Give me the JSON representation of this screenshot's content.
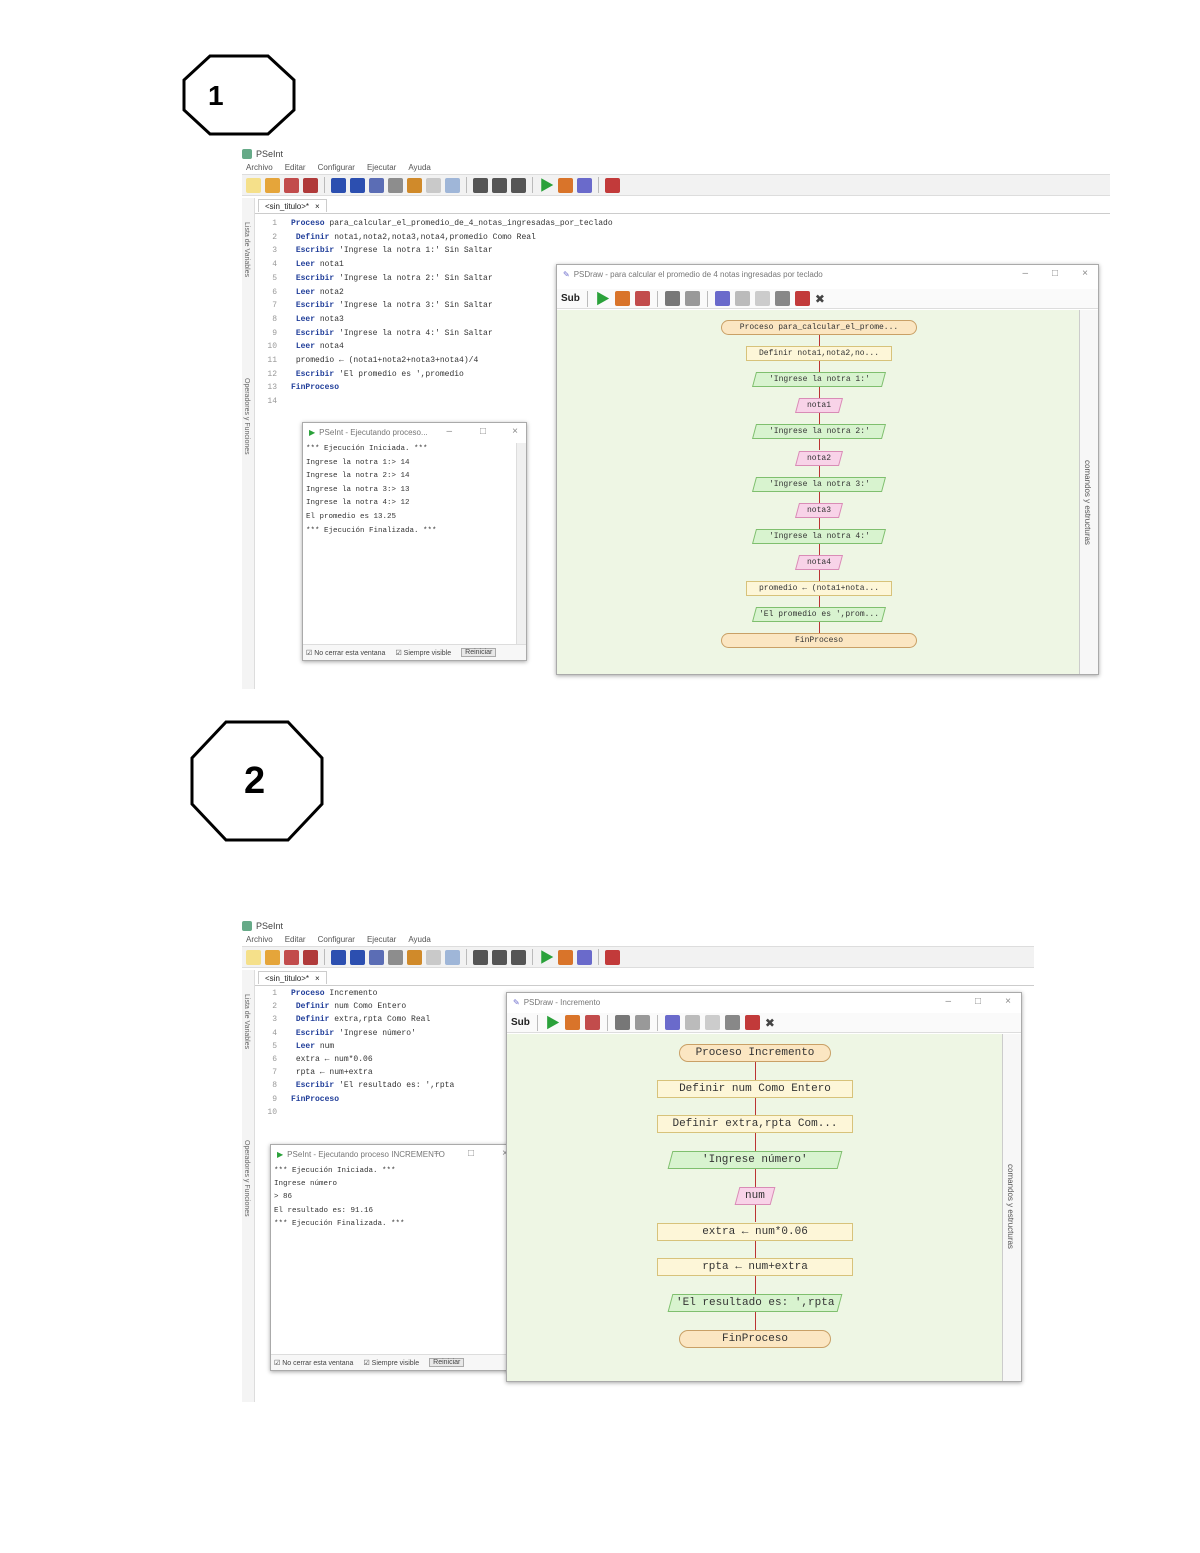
{
  "labels": [
    "1",
    "2"
  ],
  "shot1": {
    "app_title": "PSeInt",
    "menu": [
      "Archivo",
      "Editar",
      "Configurar",
      "Ejecutar",
      "Ayuda"
    ],
    "tab_label": "<sin_titulo>*",
    "side_labels": [
      "Lista de Variables",
      "Operadores y Funciones"
    ],
    "code_lines": [
      {
        "n": "1",
        "kw": "Proceso",
        "text": " para_calcular_el_promedio_de_4_notas_ingresadas_por_teclado"
      },
      {
        "n": "2",
        "kw": "Definir",
        "text": " nota1,nota2,nota3,nota4,promedio Como Real"
      },
      {
        "n": "3",
        "kw": "Escribir",
        "text": " 'Ingrese la notra 1:' Sin Saltar"
      },
      {
        "n": "4",
        "kw": "Leer",
        "text": " nota1"
      },
      {
        "n": "5",
        "kw": "Escribir",
        "text": " 'Ingrese la notra 2:' Sin Saltar"
      },
      {
        "n": "6",
        "kw": "Leer",
        "text": " nota2"
      },
      {
        "n": "7",
        "kw": "Escribir",
        "text": " 'Ingrese la notra 3:' Sin Saltar"
      },
      {
        "n": "8",
        "kw": "Leer",
        "text": " nota3"
      },
      {
        "n": "9",
        "kw": "Escribir",
        "text": " 'Ingrese la notra 4:' Sin Saltar"
      },
      {
        "n": "10",
        "kw": "Leer",
        "text": " nota4"
      },
      {
        "n": "11",
        "kw": "",
        "text": "promedio ← (nota1+nota2+nota3+nota4)/4"
      },
      {
        "n": "12",
        "kw": "Escribir",
        "text": " 'El promedio es ',promedio"
      },
      {
        "n": "13",
        "kw": "FinProceso",
        "text": ""
      },
      {
        "n": "14",
        "kw": "",
        "text": ""
      }
    ],
    "console": {
      "title": "PSeInt - Ejecutando proceso...",
      "lines": [
        "*** Ejecución Iniciada. ***",
        "Ingrese la notra 1:> 14",
        "Ingrese la notra 2:> 14",
        "Ingrese la notra 3:> 13",
        "Ingrese la notra 4:> 12",
        "El promedio es 13.25",
        "*** Ejecución Finalizada. ***"
      ],
      "footer": [
        "No cerrar esta ventana",
        "Siempre visible",
        "Reiniciar"
      ]
    },
    "flow": {
      "title": "PSDraw - para calcular el promedio de 4 notas ingresadas por teclado",
      "toolbar_label": "Sub",
      "side_label": "comandos y estructuras",
      "nodes": [
        {
          "type": "term",
          "text": "Proceso para_calcular_el_prome..."
        },
        {
          "type": "proc",
          "text": "Definir nota1,nota2,no..."
        },
        {
          "type": "out",
          "text": "'Ingrese la notra 1:'"
        },
        {
          "type": "in",
          "text": "nota1"
        },
        {
          "type": "out",
          "text": "'Ingrese la notra 2:'"
        },
        {
          "type": "in",
          "text": "nota2"
        },
        {
          "type": "out",
          "text": "'Ingrese la notra 3:'"
        },
        {
          "type": "in",
          "text": "nota3"
        },
        {
          "type": "out",
          "text": "'Ingrese la notra 4:'"
        },
        {
          "type": "in",
          "text": "nota4"
        },
        {
          "type": "proc",
          "text": "promedio ← (nota1+nota..."
        },
        {
          "type": "out",
          "text": "'El promedio es ',prom..."
        },
        {
          "type": "term",
          "text": "FinProceso"
        }
      ]
    }
  },
  "shot2": {
    "app_title": "PSeInt",
    "menu": [
      "Archivo",
      "Editar",
      "Configurar",
      "Ejecutar",
      "Ayuda"
    ],
    "tab_label": "<sin_titulo>*",
    "side_labels": [
      "Lista de Variables",
      "Operadores y Funciones"
    ],
    "code_lines": [
      {
        "n": "1",
        "kw": "Proceso",
        "text": " Incremento"
      },
      {
        "n": "2",
        "kw": "Definir",
        "text": " num Como Entero"
      },
      {
        "n": "3",
        "kw": "Definir",
        "text": " extra,rpta Como Real"
      },
      {
        "n": "4",
        "kw": "Escribir",
        "text": " 'Ingrese número'"
      },
      {
        "n": "5",
        "kw": "Leer",
        "text": " num"
      },
      {
        "n": "6",
        "kw": "",
        "text": "extra ← num*0.06"
      },
      {
        "n": "7",
        "kw": "",
        "text": "rpta ← num+extra"
      },
      {
        "n": "8",
        "kw": "Escribir",
        "text": " 'El resultado es: ',rpta"
      },
      {
        "n": "9",
        "kw": "FinProceso",
        "text": ""
      },
      {
        "n": "10",
        "kw": "",
        "text": ""
      }
    ],
    "console": {
      "title": "PSeInt - Ejecutando proceso INCREMENTO",
      "lines": [
        "*** Ejecución Iniciada. ***",
        "Ingrese número",
        "> 86",
        "El resultado es: 91.16",
        "*** Ejecución Finalizada. ***"
      ],
      "footer": [
        "No cerrar esta ventana",
        "Siempre visible",
        "Reiniciar"
      ]
    },
    "flow": {
      "title": "PSDraw - Incremento",
      "toolbar_label": "Sub",
      "side_label": "comandos y estructuras",
      "nodes": [
        {
          "type": "term",
          "text": "Proceso Incremento"
        },
        {
          "type": "proc",
          "text": "Definir num Como Entero"
        },
        {
          "type": "proc",
          "text": "Definir extra,rpta Com..."
        },
        {
          "type": "out",
          "text": "'Ingrese número'"
        },
        {
          "type": "in",
          "text": "num"
        },
        {
          "type": "proc",
          "text": "extra ← num*0.06"
        },
        {
          "type": "proc",
          "text": "rpta ← num+extra"
        },
        {
          "type": "out",
          "text": "'El resultado es: ',rpta"
        },
        {
          "type": "term",
          "text": "FinProceso"
        }
      ]
    }
  },
  "colors": {
    "canvas": "#eef6e4",
    "terminal": "#fbe6c2",
    "process": "#fdf6d8",
    "output": "#d8f3cf",
    "input": "#f8d3e8",
    "connector": "#b33333",
    "keyword": "#1f3d99"
  }
}
